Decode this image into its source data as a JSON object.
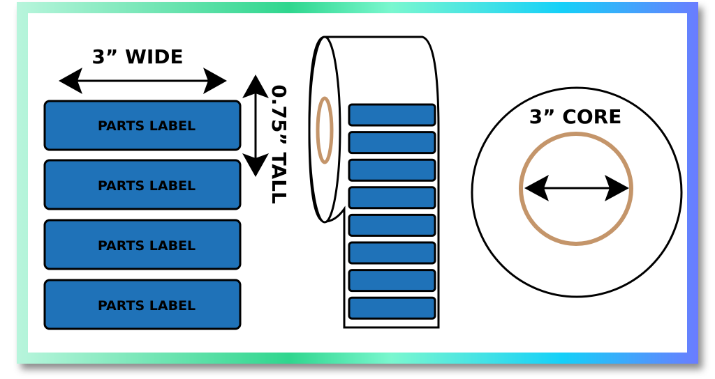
{
  "width_label": "3” WIDE",
  "height_label": "0.75” TALL",
  "core_label": "3” CORE",
  "labels": [
    "PARTS LABEL",
    "PARTS LABEL",
    "PARTS LABEL",
    "PARTS LABEL"
  ],
  "colors": {
    "label_fill": "#1f72b8",
    "core": "#c4956a",
    "outline": "#000000"
  },
  "roll_label_count": 8
}
